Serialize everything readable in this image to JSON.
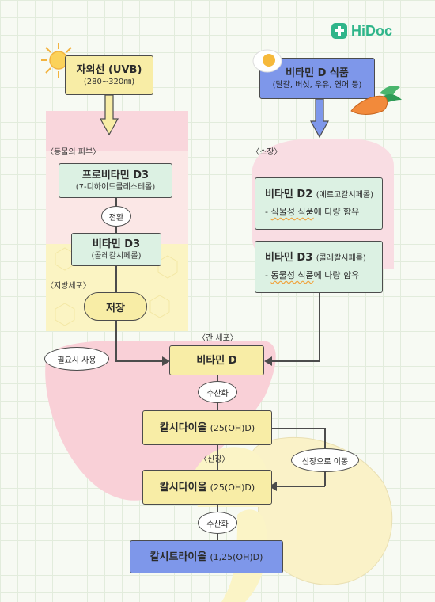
{
  "brand": {
    "name": "HiDoc",
    "color": "#2fb58a"
  },
  "colors": {
    "green_box": "#dcf1e3",
    "yellow_box": "#f8eda6",
    "blue_box": "#7e97ea",
    "skin": "#f9d6dc",
    "fat": "#fbf4c3"
  },
  "icons": [
    "sun-icon",
    "egg-icon",
    "carrot-icon",
    "hidoc-logo-icon"
  ],
  "uvb": {
    "title": "자외선 (UVB)",
    "sub": "(280~320㎚)"
  },
  "food": {
    "title": "비타민 D 식품",
    "sub": "(달걀, 버섯, 우유, 연어 등)"
  },
  "labels": {
    "animal_skin": "〈동물의 피부〉",
    "small_intestine": "〈소장〉",
    "fat_cell": "〈지방세포〉",
    "liver_cell": "〈간 세포〉",
    "kidney": "〈신장〉"
  },
  "provitamin": {
    "title": "프로비타민 D3",
    "sub": "(7-디하이드콜레스테롤)"
  },
  "conversion": "전환",
  "vitd3_skin": {
    "title": "비타민 D3",
    "sub": "(콜레칼시페롤)"
  },
  "storage": "저장",
  "use_when_needed": "필요시 사용",
  "d2": {
    "title": "비타민 D2",
    "paren": "(에르고칼시페롤)",
    "desc": "식물성 식품",
    "desc_tail": "에 다량 함유",
    "dash": "-"
  },
  "d3": {
    "title": "비타민 D3",
    "paren": "(콜레칼시페롤)",
    "desc": "동물성 식품",
    "desc_tail": "에 다량 함유",
    "dash": "-"
  },
  "vitd": "비타민 D",
  "hydroxylation": "수산화",
  "calcidiol": {
    "title": "칼시다이올",
    "sub": "(25(OH)D)"
  },
  "to_kidney": "신장으로 이동",
  "calcidiol2": {
    "title": "칼시다이올",
    "sub": "(25(OH)D)"
  },
  "hydroxylation2": "수산화",
  "calcitriol": {
    "title": "칼시트라이올",
    "sub": "(1,25(OH)D)"
  }
}
